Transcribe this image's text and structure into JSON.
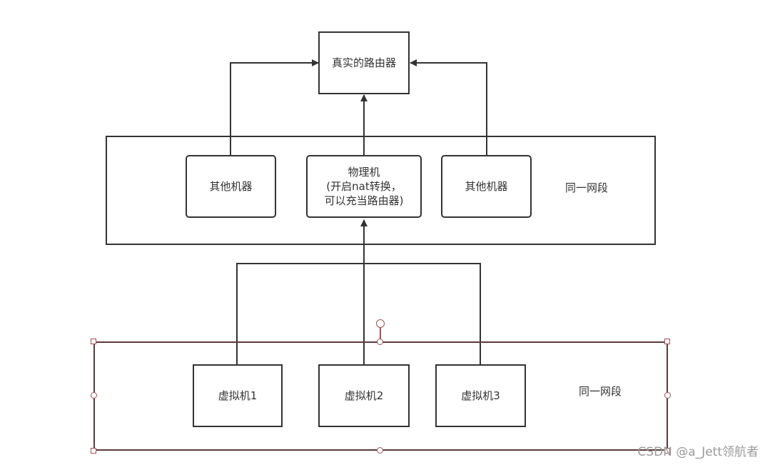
{
  "nodes": {
    "router": "真实的路由器",
    "other_machine_left": "其他机器",
    "physical_machine": "物理机\n(开启nat转换，\n可以充当路由器)",
    "other_machine_right": "其他机器",
    "vm1": "虚拟机1",
    "vm2": "虚拟机2",
    "vm3": "虚拟机3"
  },
  "groups": {
    "upper_segment_label": "同一网段",
    "lower_segment_label": "同一网段"
  },
  "watermark": "CSDN @a_Jett领航者",
  "colors": {
    "stroke": "#333333",
    "selection": "#a05050"
  }
}
